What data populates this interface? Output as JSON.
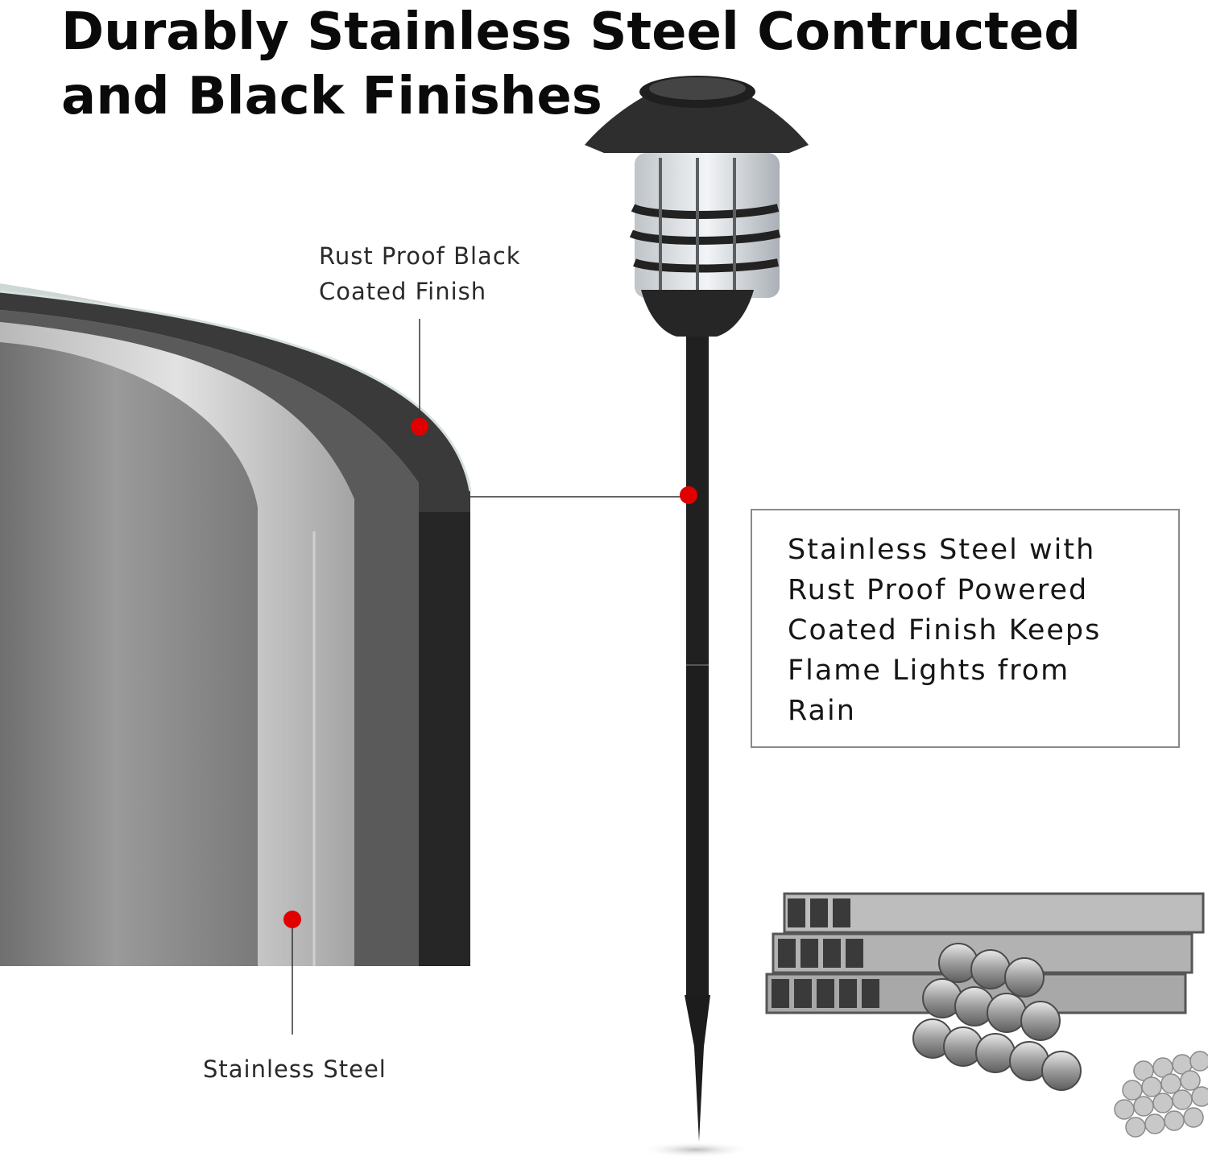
{
  "heading": {
    "line1": "Durably Stainless Steel Contructed",
    "line2": "and Black Finishes"
  },
  "labels": {
    "rust_line1": "Rust Proof Black",
    "rust_line2": "Coated Finish",
    "stainless": "Stainless Steel"
  },
  "callout": {
    "lines": [
      "Stainless Steel with",
      "Rust Proof Powered",
      "Coated Finish Keeps",
      "Flame Lights from",
      "Rain"
    ]
  },
  "colors": {
    "marker": "#e00000",
    "coating": "#2a2a2a",
    "steel": "#8c8c8c"
  }
}
